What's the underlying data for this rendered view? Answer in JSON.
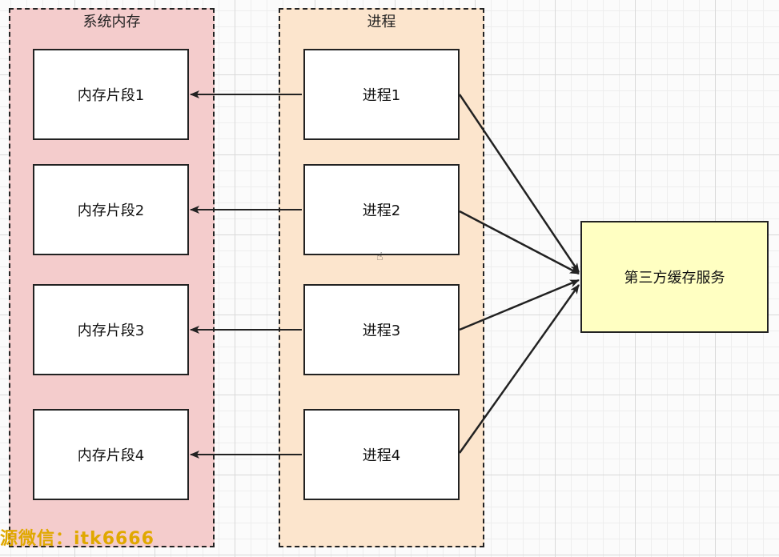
{
  "groups": {
    "system_memory": {
      "title": "系统内存",
      "color": "#f4cccc"
    },
    "processes": {
      "title": "进程",
      "color": "#fce5cd"
    }
  },
  "memory_segments": [
    "内存片段1",
    "内存片段2",
    "内存片段3",
    "内存片段4"
  ],
  "processes": [
    "进程1",
    "进程2",
    "进程3",
    "进程4"
  ],
  "service": {
    "label": "第三方缓存服务",
    "color": "#ffffc2"
  },
  "edges": [
    {
      "from": "进程1",
      "to": "内存片段1"
    },
    {
      "from": "进程2",
      "to": "内存片段2"
    },
    {
      "from": "进程3",
      "to": "内存片段3"
    },
    {
      "from": "进程4",
      "to": "内存片段4"
    },
    {
      "from": "进程1",
      "to": "第三方缓存服务"
    },
    {
      "from": "进程2",
      "to": "第三方缓存服务"
    },
    {
      "from": "进程3",
      "to": "第三方缓存服务"
    },
    {
      "from": "进程4",
      "to": "第三方缓存服务"
    }
  ],
  "watermark": "源微信：itk6666"
}
